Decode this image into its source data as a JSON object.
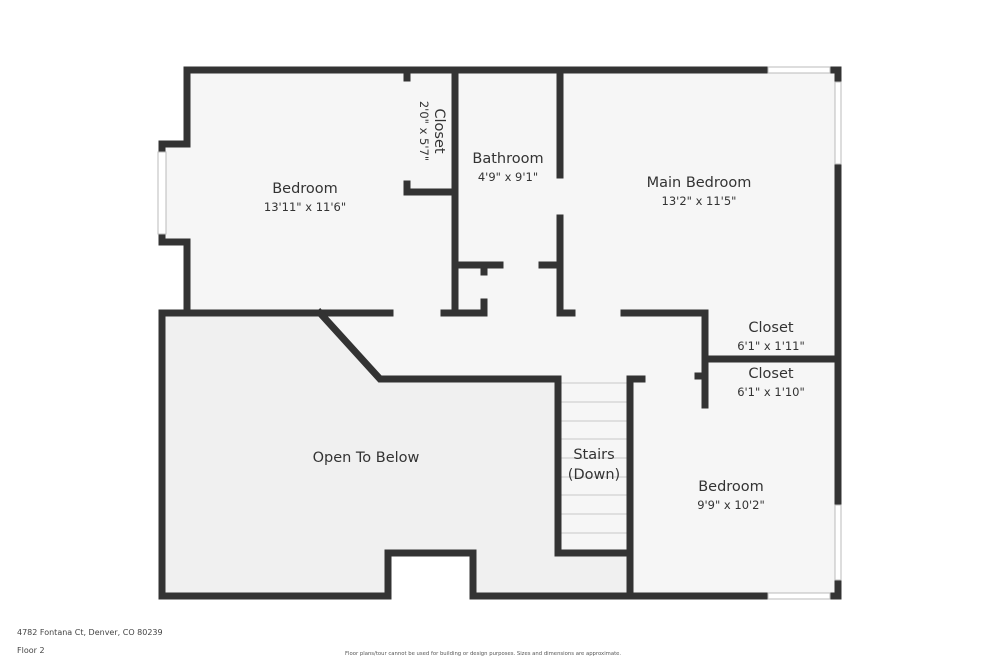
{
  "plan": {
    "wall_color": "#333333",
    "floor_color": "#f6f6f6",
    "open_to_below_color": "#f0f0f0",
    "background": "#ffffff",
    "rooms": [
      {
        "name": "Bedroom",
        "dims": "13'11\" x 11'6\""
      },
      {
        "name": "Closet",
        "dims": "2'0\" x 5'7\""
      },
      {
        "name": "Bathroom",
        "dims": "4'9\" x 9'1\""
      },
      {
        "name": "Main Bedroom",
        "dims": "13'2\" x 11'5\""
      },
      {
        "name": "Closet",
        "dims": "6'1\" x 1'11\""
      },
      {
        "name": "Closet",
        "dims": "6'1\" x 1'10\""
      },
      {
        "name": "Open To Below",
        "dims": ""
      },
      {
        "name": "Stairs",
        "dims": "(Down)"
      },
      {
        "name": "Bedroom",
        "dims": "9'9\" x 10'2\""
      }
    ]
  },
  "footer": {
    "address": "4782 Fontana Ct, Denver, CO 80239",
    "floor": "Floor 2",
    "disclaimer": "Floor plans/tour cannot be used for building or design purposes. Sizes and dimensions are approximate."
  }
}
